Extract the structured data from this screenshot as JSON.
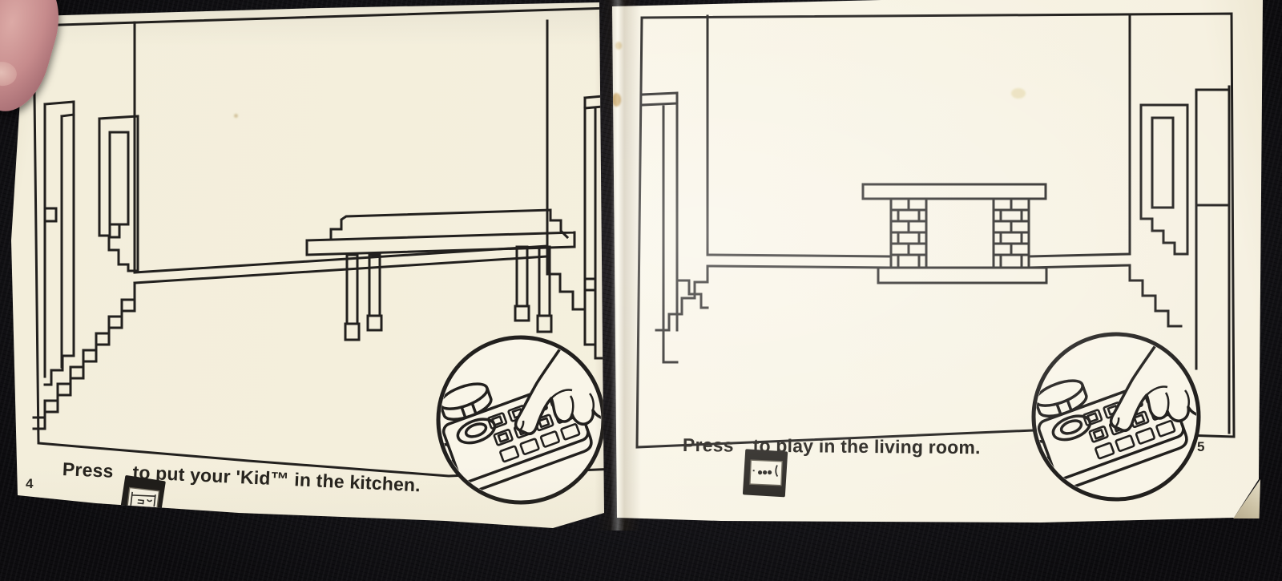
{
  "booklet": {
    "pages": {
      "left": {
        "number": "4",
        "press": "Press",
        "instruction": "to put your 'Kid™ in the kitchen.",
        "key_icon": "kitchen-room-key-icon",
        "illustration_icons": [
          "kitchen-room-line-art",
          "hand-pressing-controller-inset"
        ]
      },
      "right": {
        "number": "5",
        "press": "Press",
        "instruction": "to play in the living room.",
        "key_icon": "living-room-key-icon",
        "illustration_icons": [
          "living-room-line-art",
          "hand-pressing-controller-inset"
        ]
      }
    }
  },
  "colors": {
    "background": "#17161b",
    "page_cream": "#f5f0de",
    "ink": "#22201e",
    "key_black": "#1e1c1a",
    "finger_skin": "#c68b8c",
    "stain_yellow": "#c8982f"
  }
}
